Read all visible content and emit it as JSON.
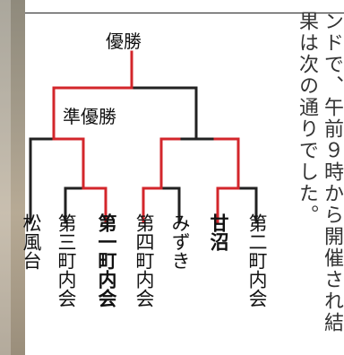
{
  "bracket": {
    "winner_label": "優勝",
    "runnerup_label": "準優勝",
    "line_color": "#222222",
    "highlight_color": "#d3262b",
    "teams": [
      {
        "name": "松風台",
        "winner_path": false,
        "bold": false
      },
      {
        "name": "第三町内会",
        "winner_path": false,
        "bold": false
      },
      {
        "name": "第一町内会",
        "winner_path": true,
        "bold": true
      },
      {
        "name": "第四町内会",
        "winner_path": true,
        "bold": false
      },
      {
        "name": "みずき",
        "winner_path": false,
        "bold": false
      },
      {
        "name": "甘沼",
        "winner_path": true,
        "bold": true
      },
      {
        "name": "第二町内会",
        "winner_path": false,
        "bold": false
      }
    ]
  },
  "article": {
    "lines": [
      "ンドで、午前９時から開催され結",
      "果は次の通りでした。"
    ]
  }
}
